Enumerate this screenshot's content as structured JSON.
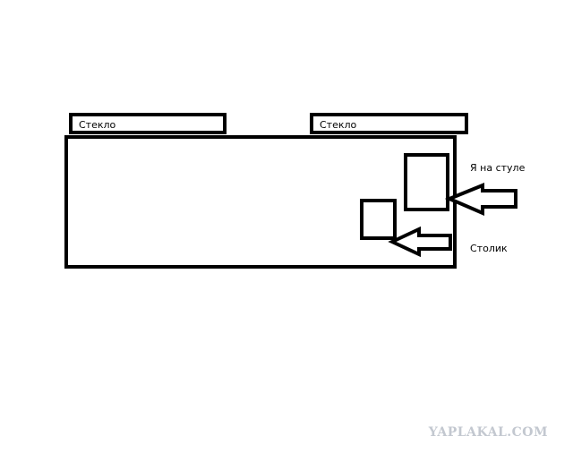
{
  "diagram": {
    "labels": {
      "glass_left": "Стекло",
      "glass_right": "Стекло",
      "me_on_chair": "Я на стуле",
      "table": "Столик"
    },
    "watermark": "YAPLAKAL.COM",
    "colors": {
      "ink": "#000000",
      "background": "#ffffff",
      "watermark": "#c3c8d0"
    }
  }
}
